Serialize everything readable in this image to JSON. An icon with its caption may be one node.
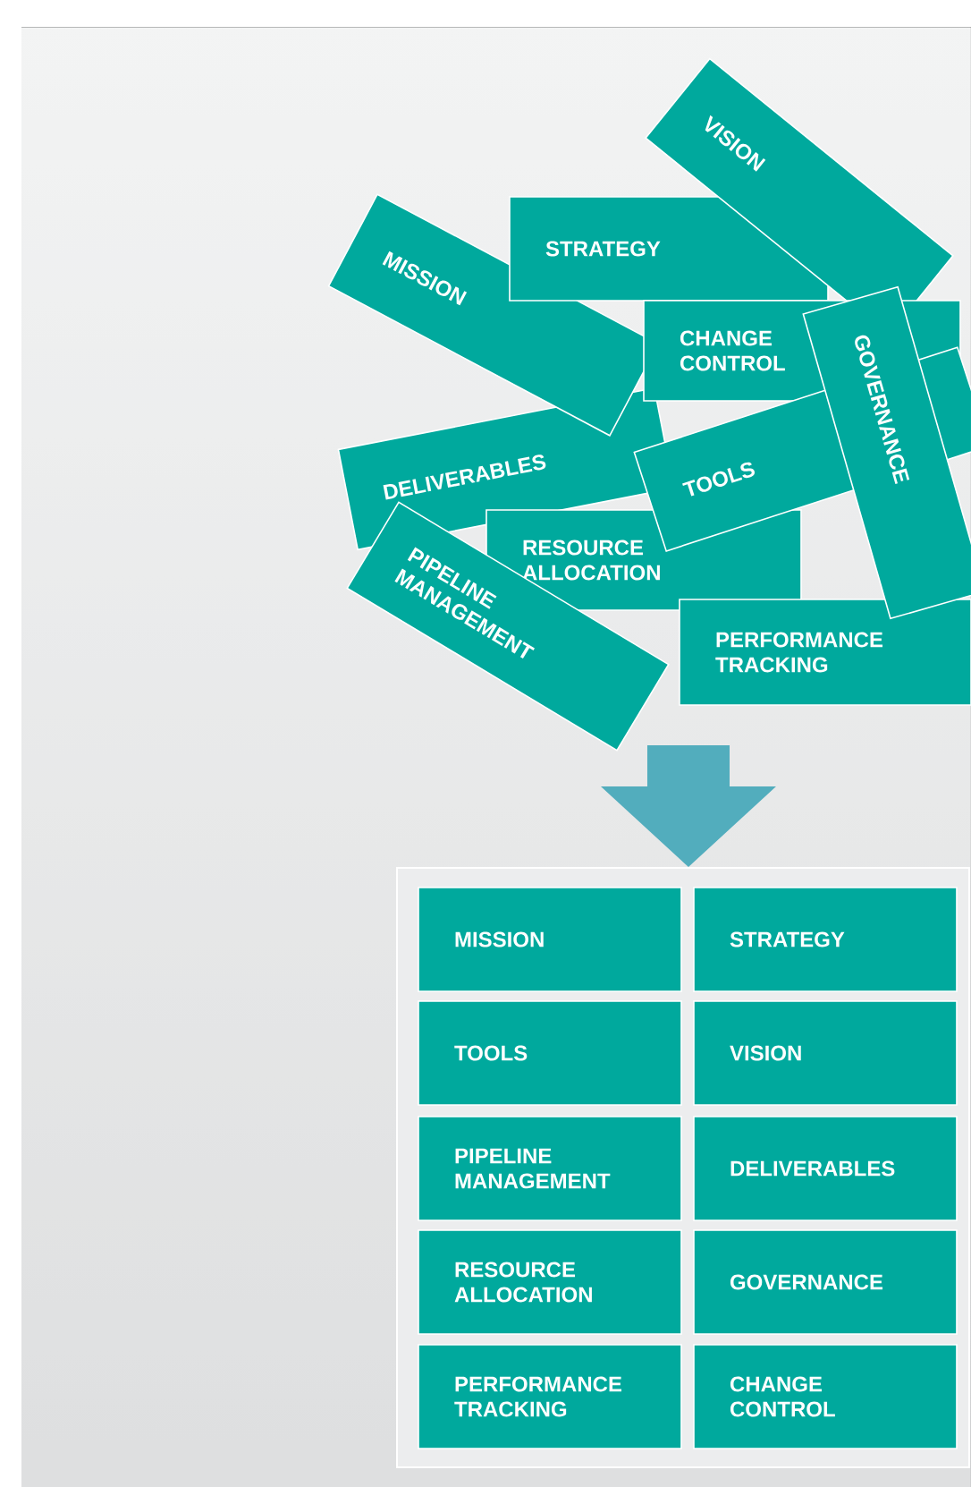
{
  "diagram": {
    "nodes": [
      {
        "text": [
          "VISION"
        ]
      },
      {
        "text": [
          "MISSION"
        ]
      },
      {
        "text": [
          "STRATEGY"
        ]
      },
      {
        "text": [
          "CHANGE CONTROL"
        ]
      },
      {
        "text": [
          "GOVERNANCE"
        ]
      },
      {
        "text": [
          "DELIVERABLES"
        ]
      },
      {
        "text": [
          "TOOLS"
        ]
      },
      {
        "text": [
          "RESOURCE ALLOCATION"
        ]
      },
      {
        "text": [
          "PIPELINE MANAGEMENT"
        ]
      },
      {
        "text": [
          "PERFORMANCE TRACKING"
        ]
      },
      {
        "text": [],
        "shape": "box"
      },
      {
        "text": [
          "MISSION"
        ],
        "in": 10
      },
      {
        "text": [
          "STRATEGY"
        ],
        "in": 10
      },
      {
        "text": [
          "TOOLS"
        ],
        "in": 10
      },
      {
        "text": [
          "VISION"
        ],
        "in": 10
      },
      {
        "text": [
          "PIPELINE MANAGEMENT"
        ],
        "in": 10
      },
      {
        "text": [
          "DELIVERABLES"
        ],
        "in": 10
      },
      {
        "text": [
          "RESOURCE ALLOCATION"
        ],
        "in": 10
      },
      {
        "text": [
          "GOVERNANCE"
        ],
        "in": 10
      },
      {
        "text": [
          "PERFORMANCE TRACKING"
        ],
        "in": 10
      },
      {
        "text": [
          "CHANGE CONTROL"
        ],
        "in": 10
      }
    ],
    "edges": [
      {
        "from": null,
        "to": 10,
        "arrow": "to"
      }
    ]
  }
}
